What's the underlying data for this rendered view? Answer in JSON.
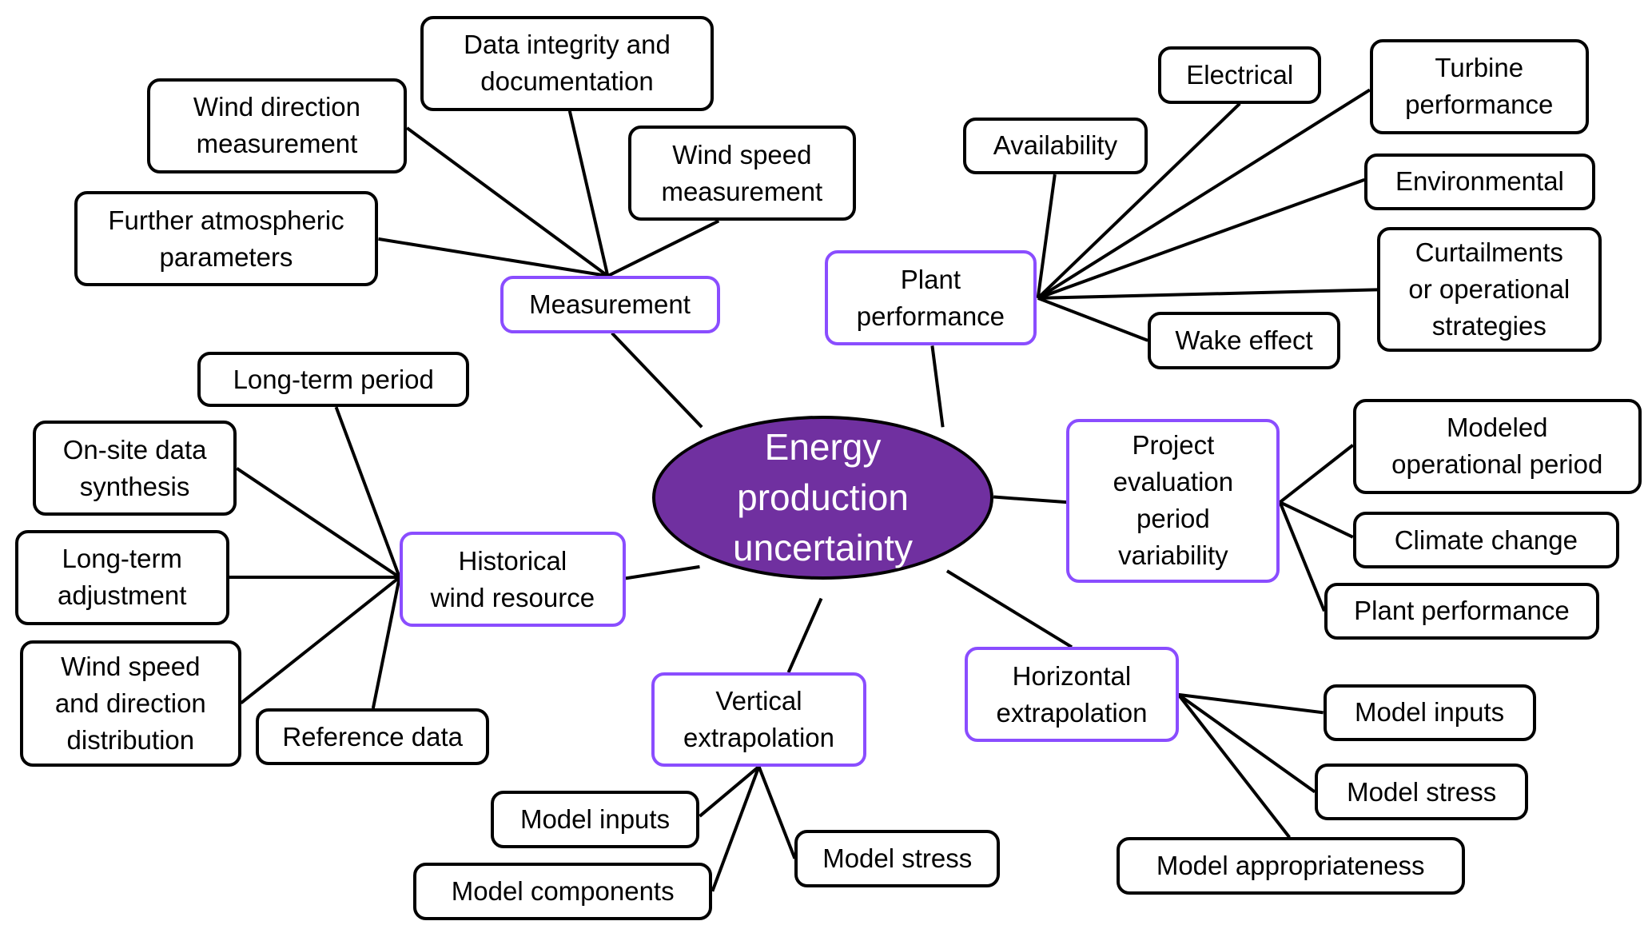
{
  "colors": {
    "root_fill": "#7030A0",
    "branch_border": "#8A4DFF",
    "leaf_border": "#000000",
    "edge": "#000000"
  },
  "root": {
    "label": "Energy\nproduction\nuncertainty"
  },
  "branches": {
    "measurement": {
      "label": "Measurement",
      "children": [
        "Data integrity and\ndocumentation",
        "Wind direction\nmeasurement",
        "Wind speed\nmeasurement",
        "Further atmospheric\nparameters"
      ]
    },
    "plant_performance": {
      "label": "Plant\nperformance",
      "children": [
        "Electrical",
        "Turbine\nperformance",
        "Availability",
        "Environmental",
        "Curtailments\nor operational\nstrategies",
        "Wake effect"
      ]
    },
    "historical_wind_resource": {
      "label": "Historical\nwind resource",
      "children": [
        "Long-term period",
        "On-site data\nsynthesis",
        "Long-term\nadjustment",
        "Wind speed\nand direction\ndistribution",
        "Reference data"
      ]
    },
    "project_evaluation": {
      "label": "Project\nevaluation\nperiod\nvariability",
      "children": [
        "Modeled\noperational period",
        "Climate change",
        "Plant performance"
      ]
    },
    "vertical_extrapolation": {
      "label": "Vertical\nextrapolation",
      "children": [
        "Model inputs",
        "Model components",
        "Model stress"
      ]
    },
    "horizontal_extrapolation": {
      "label": "Horizontal\nextrapolation",
      "children": [
        "Model inputs",
        "Model stress",
        "Model appropriateness"
      ]
    }
  }
}
